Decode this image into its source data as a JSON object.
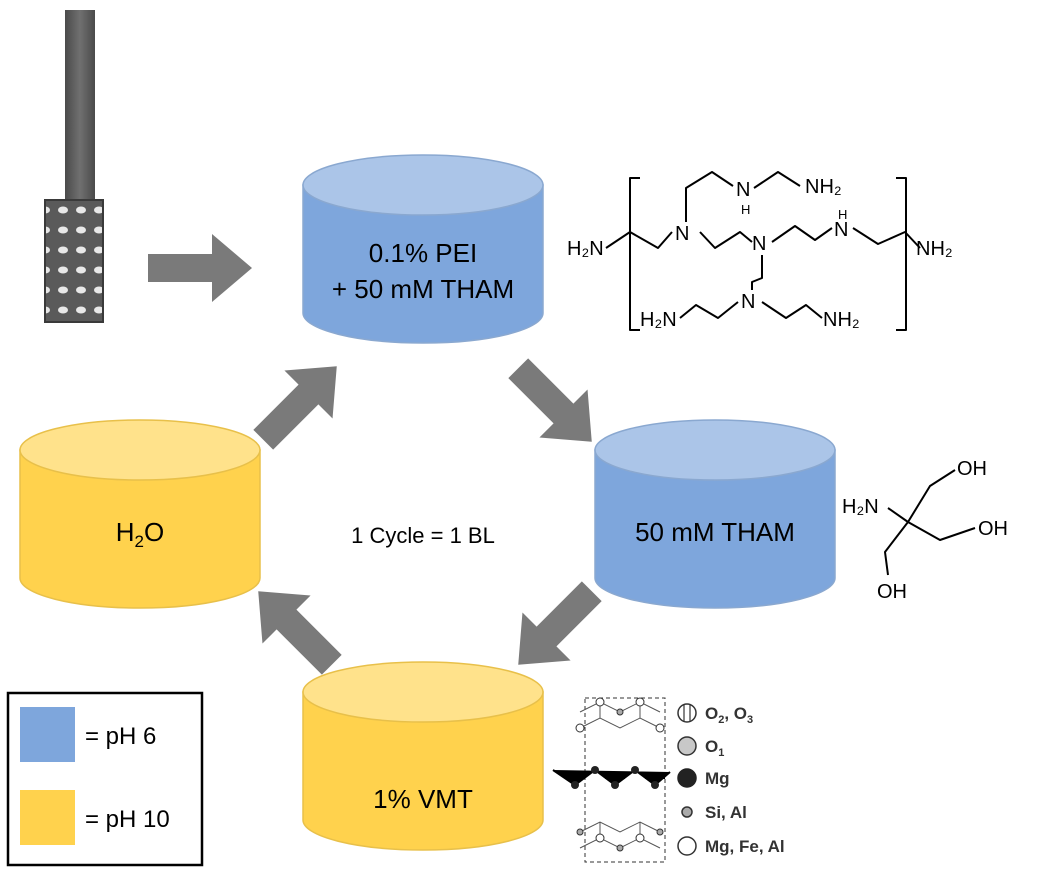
{
  "beakers": {
    "pei": {
      "line1": "0.1% PEI",
      "line2": "+ 50 mM THAM",
      "color": "#7ea6dc"
    },
    "tham": {
      "label": "50 mM THAM",
      "color": "#7ea6dc"
    },
    "vmt": {
      "label": "1% VMT",
      "color": "#ffd24d"
    },
    "water": {
      "main": "H",
      "sub": "2",
      "tail": "O",
      "color": "#ffd24d"
    }
  },
  "center_label": "1 Cycle = 1 BL",
  "legend": {
    "items": [
      {
        "label": "= pH 6",
        "color": "#7ea6dc"
      },
      {
        "label": "= pH 10",
        "color": "#ffd24d"
      }
    ]
  },
  "pei_structure": {
    "h2n_left": "H₂N",
    "nh2_right": "NH₂",
    "nh2_top": "NH₂",
    "h2n_bottom_left": "H₂N",
    "nh2_bottom_right": "NH₂",
    "n": "N",
    "h": "H"
  },
  "tham_structure": {
    "oh": "OH",
    "h2n": "H₂N"
  },
  "vmt_legend": [
    {
      "main": "O",
      "sub": "2",
      "rest": ", O",
      "sub2": "3"
    },
    {
      "main": "O",
      "sub": "1",
      "rest": "",
      "sub2": ""
    },
    {
      "main": "Mg",
      "sub": "",
      "rest": "",
      "sub2": ""
    },
    {
      "main": "Si, Al",
      "sub": "",
      "rest": "",
      "sub2": ""
    },
    {
      "main": "Mg, Fe, Al",
      "sub": "",
      "rest": "",
      "sub2": ""
    }
  ]
}
